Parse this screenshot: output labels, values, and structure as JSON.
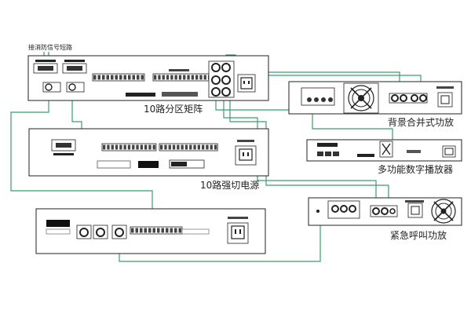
{
  "labels": {
    "short_circuit": "接消防信号短路",
    "matrix": "10路分区矩阵",
    "power": "10路强切电源",
    "bg_amp": "背景合并式功放",
    "player": "多功能数字播放器",
    "emergency_amp": "紧急呼叫功放"
  },
  "colors": {
    "wire": "#3c9e6e",
    "device_stroke": "#222222",
    "terminal": "#444444",
    "label_plate": "#111111"
  }
}
